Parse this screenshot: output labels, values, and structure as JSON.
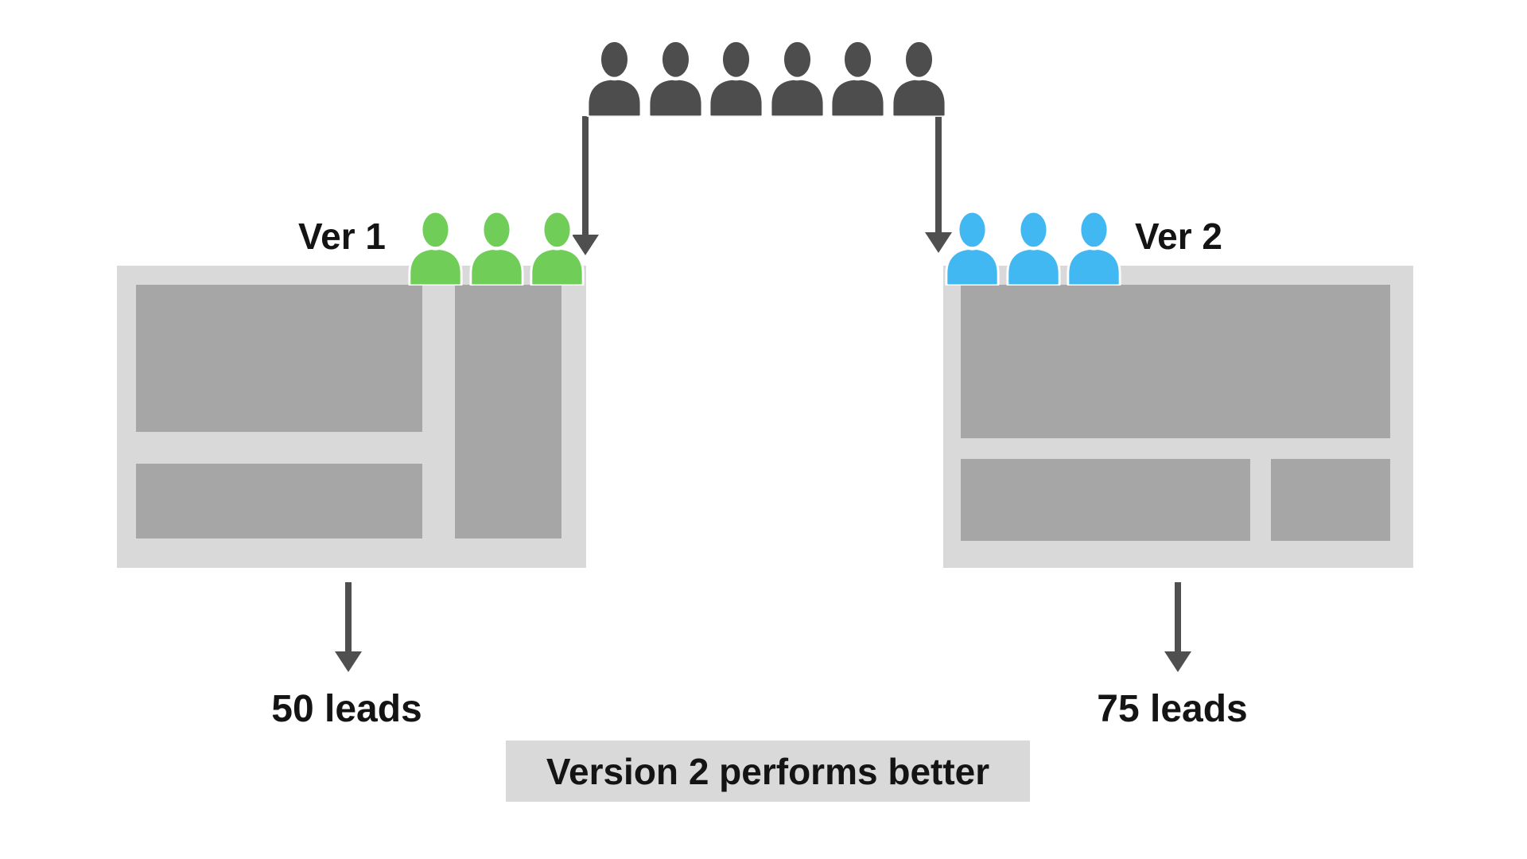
{
  "colors": {
    "audience": "#4d4d4d",
    "variant1": "#70ce58",
    "variant2": "#41b8f1",
    "arrow": "#4f4f4f",
    "frame": "#d9d9d9",
    "block": "#a6a6a6",
    "conclusion_bg": "#d9d9d9",
    "text": "#141414"
  },
  "audience": {
    "count": 6,
    "icon": "person-icon"
  },
  "variant1": {
    "label": "Ver 1",
    "visitors": 3,
    "leads": "50 leads"
  },
  "variant2": {
    "label": "Ver 2",
    "visitors": 3,
    "leads": "75 leads"
  },
  "conclusion": {
    "text": "Version 2 performs better"
  }
}
